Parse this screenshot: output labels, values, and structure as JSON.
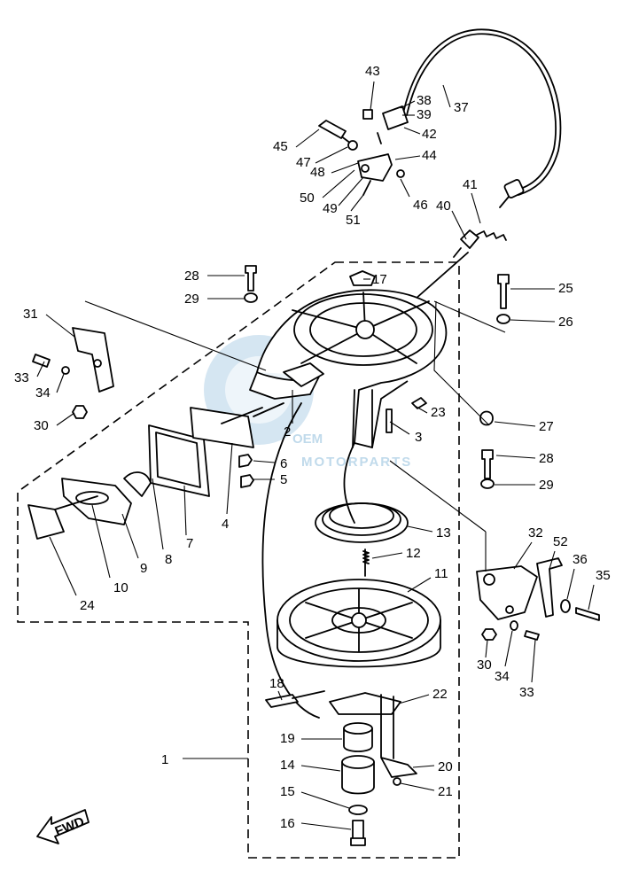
{
  "diagram": {
    "watermark": {
      "brand": "OEM",
      "subtext": "MOTORPARTS"
    },
    "fwd_label": "FWD",
    "callouts": [
      "1",
      "2",
      "3",
      "4",
      "5",
      "6",
      "7",
      "8",
      "9",
      "10",
      "11",
      "12",
      "13",
      "14",
      "15",
      "16",
      "17",
      "18",
      "19",
      "20",
      "21",
      "22",
      "23",
      "24",
      "25",
      "26",
      "27",
      "28",
      "28",
      "29",
      "29",
      "30",
      "30",
      "31",
      "32",
      "33",
      "33",
      "34",
      "34",
      "35",
      "36",
      "37",
      "38",
      "39",
      "40",
      "41",
      "42",
      "43",
      "44",
      "45",
      "46",
      "47",
      "48",
      "49",
      "50",
      "51",
      "52"
    ]
  }
}
